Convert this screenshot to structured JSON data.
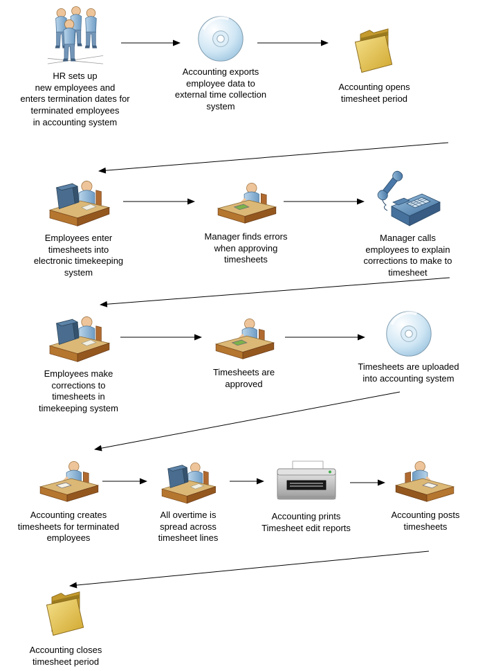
{
  "diagram": {
    "type": "flowchart",
    "rows": [
      {
        "nodes": [
          {
            "id": "hr-setup",
            "icon": "people-group-icon",
            "label": "HR sets up\nnew employees and\nenters termination dates for\nterminated employees\nin accounting system"
          },
          {
            "id": "export-employee-data",
            "icon": "cd-icon",
            "label": "Accounting exports\nemployee data to\nexternal time collection\nsystem"
          },
          {
            "id": "open-timesheet-period",
            "icon": "folder-icon",
            "label": "Accounting opens\ntimesheet period"
          }
        ]
      },
      {
        "nodes": [
          {
            "id": "employees-enter-timesheets",
            "icon": "person-computer-icon",
            "label": "Employees enter\ntimesheets into\nelectronic timekeeping\nsystem"
          },
          {
            "id": "manager-finds-errors",
            "icon": "person-desk-approve-icon",
            "label": "Manager finds errors\nwhen approving\ntimesheets"
          },
          {
            "id": "manager-calls-employees",
            "icon": "telephone-icon",
            "label": "Manager calls\nemployees to explain\ncorrections to make to\ntimesheet"
          }
        ]
      },
      {
        "nodes": [
          {
            "id": "employees-make-corrections",
            "icon": "person-computer-icon",
            "label": "Employees make\ncorrections to\ntimesheets in\ntimekeeping system"
          },
          {
            "id": "timesheets-approved",
            "icon": "person-desk-approve-icon",
            "label": "Timesheets are\napproved"
          },
          {
            "id": "timesheets-uploaded",
            "icon": "cd-icon",
            "label": "Timesheets are uploaded\ninto accounting system"
          }
        ]
      },
      {
        "nodes": [
          {
            "id": "create-terminated-timesheets",
            "icon": "person-desk-write-icon",
            "label": "Accounting creates\ntimesheets for terminated\nemployees"
          },
          {
            "id": "overtime-spread",
            "icon": "person-computer-icon",
            "label": "All overtime is\nspread across\ntimesheet lines"
          },
          {
            "id": "print-edit-reports",
            "icon": "printer-icon",
            "label": "Accounting prints\nTimesheet edit reports"
          },
          {
            "id": "post-timesheets",
            "icon": "person-desk-write-icon",
            "label": "Accounting posts\ntimesheets"
          }
        ]
      },
      {
        "nodes": [
          {
            "id": "close-timesheet-period",
            "icon": "folder-icon",
            "label": "Accounting closes\ntimesheet period"
          }
        ]
      }
    ],
    "edges": [
      {
        "from": "hr-setup",
        "to": "export-employee-data"
      },
      {
        "from": "export-employee-data",
        "to": "open-timesheet-period"
      },
      {
        "from": "open-timesheet-period",
        "to": "employees-enter-timesheets"
      },
      {
        "from": "employees-enter-timesheets",
        "to": "manager-finds-errors"
      },
      {
        "from": "manager-finds-errors",
        "to": "manager-calls-employees"
      },
      {
        "from": "manager-calls-employees",
        "to": "employees-make-corrections"
      },
      {
        "from": "employees-make-corrections",
        "to": "timesheets-approved"
      },
      {
        "from": "timesheets-approved",
        "to": "timesheets-uploaded"
      },
      {
        "from": "timesheets-uploaded",
        "to": "create-terminated-timesheets"
      },
      {
        "from": "create-terminated-timesheets",
        "to": "overtime-spread"
      },
      {
        "from": "overtime-spread",
        "to": "print-edit-reports"
      },
      {
        "from": "print-edit-reports",
        "to": "post-timesheets"
      },
      {
        "from": "post-timesheets",
        "to": "close-timesheet-period"
      }
    ],
    "colors": {
      "background": "#ffffff",
      "text": "#000000",
      "arrow": "#000000",
      "folder_gold": "#ddb64a",
      "person_blue": "#87aed0",
      "skin_tan": "#eec49a",
      "phone_blue": "#4a78a8",
      "printer_gray": "#c7c7c7",
      "cd_blue": "#bcdcee",
      "approve_paper_green": "#7cb24a"
    }
  }
}
